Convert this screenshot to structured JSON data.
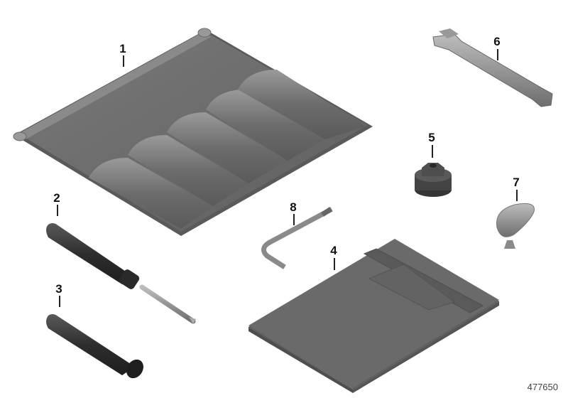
{
  "diagram": {
    "type": "exploded-parts-illustration",
    "background": "#ffffff",
    "diagram_number": "477650",
    "parts": [
      {
        "callout": "1",
        "label": "1",
        "depiction": "tool-tray-roll-mat",
        "color": "#6e6e6e"
      },
      {
        "callout": "2",
        "label": "2",
        "depiction": "screwdriver",
        "color": "#3a3a3a"
      },
      {
        "callout": "3",
        "label": "3",
        "depiction": "screwdriver-handle",
        "color": "#3a3a3a"
      },
      {
        "callout": "4",
        "label": "4",
        "depiction": "folded-pouch-with-strap",
        "color": "#6a6a6a"
      },
      {
        "callout": "5",
        "label": "5",
        "depiction": "hex-socket-adapter",
        "color": "#4a4a4a"
      },
      {
        "callout": "6",
        "label": "6",
        "depiction": "double-open-end-wrench",
        "color": "#8a8a8a"
      },
      {
        "callout": "7",
        "label": "7",
        "depiction": "wing-key",
        "color": "#8e8e8e"
      },
      {
        "callout": "8",
        "label": "8",
        "depiction": "hex-key-l-wrench",
        "color": "#8a8a8a"
      }
    ]
  }
}
